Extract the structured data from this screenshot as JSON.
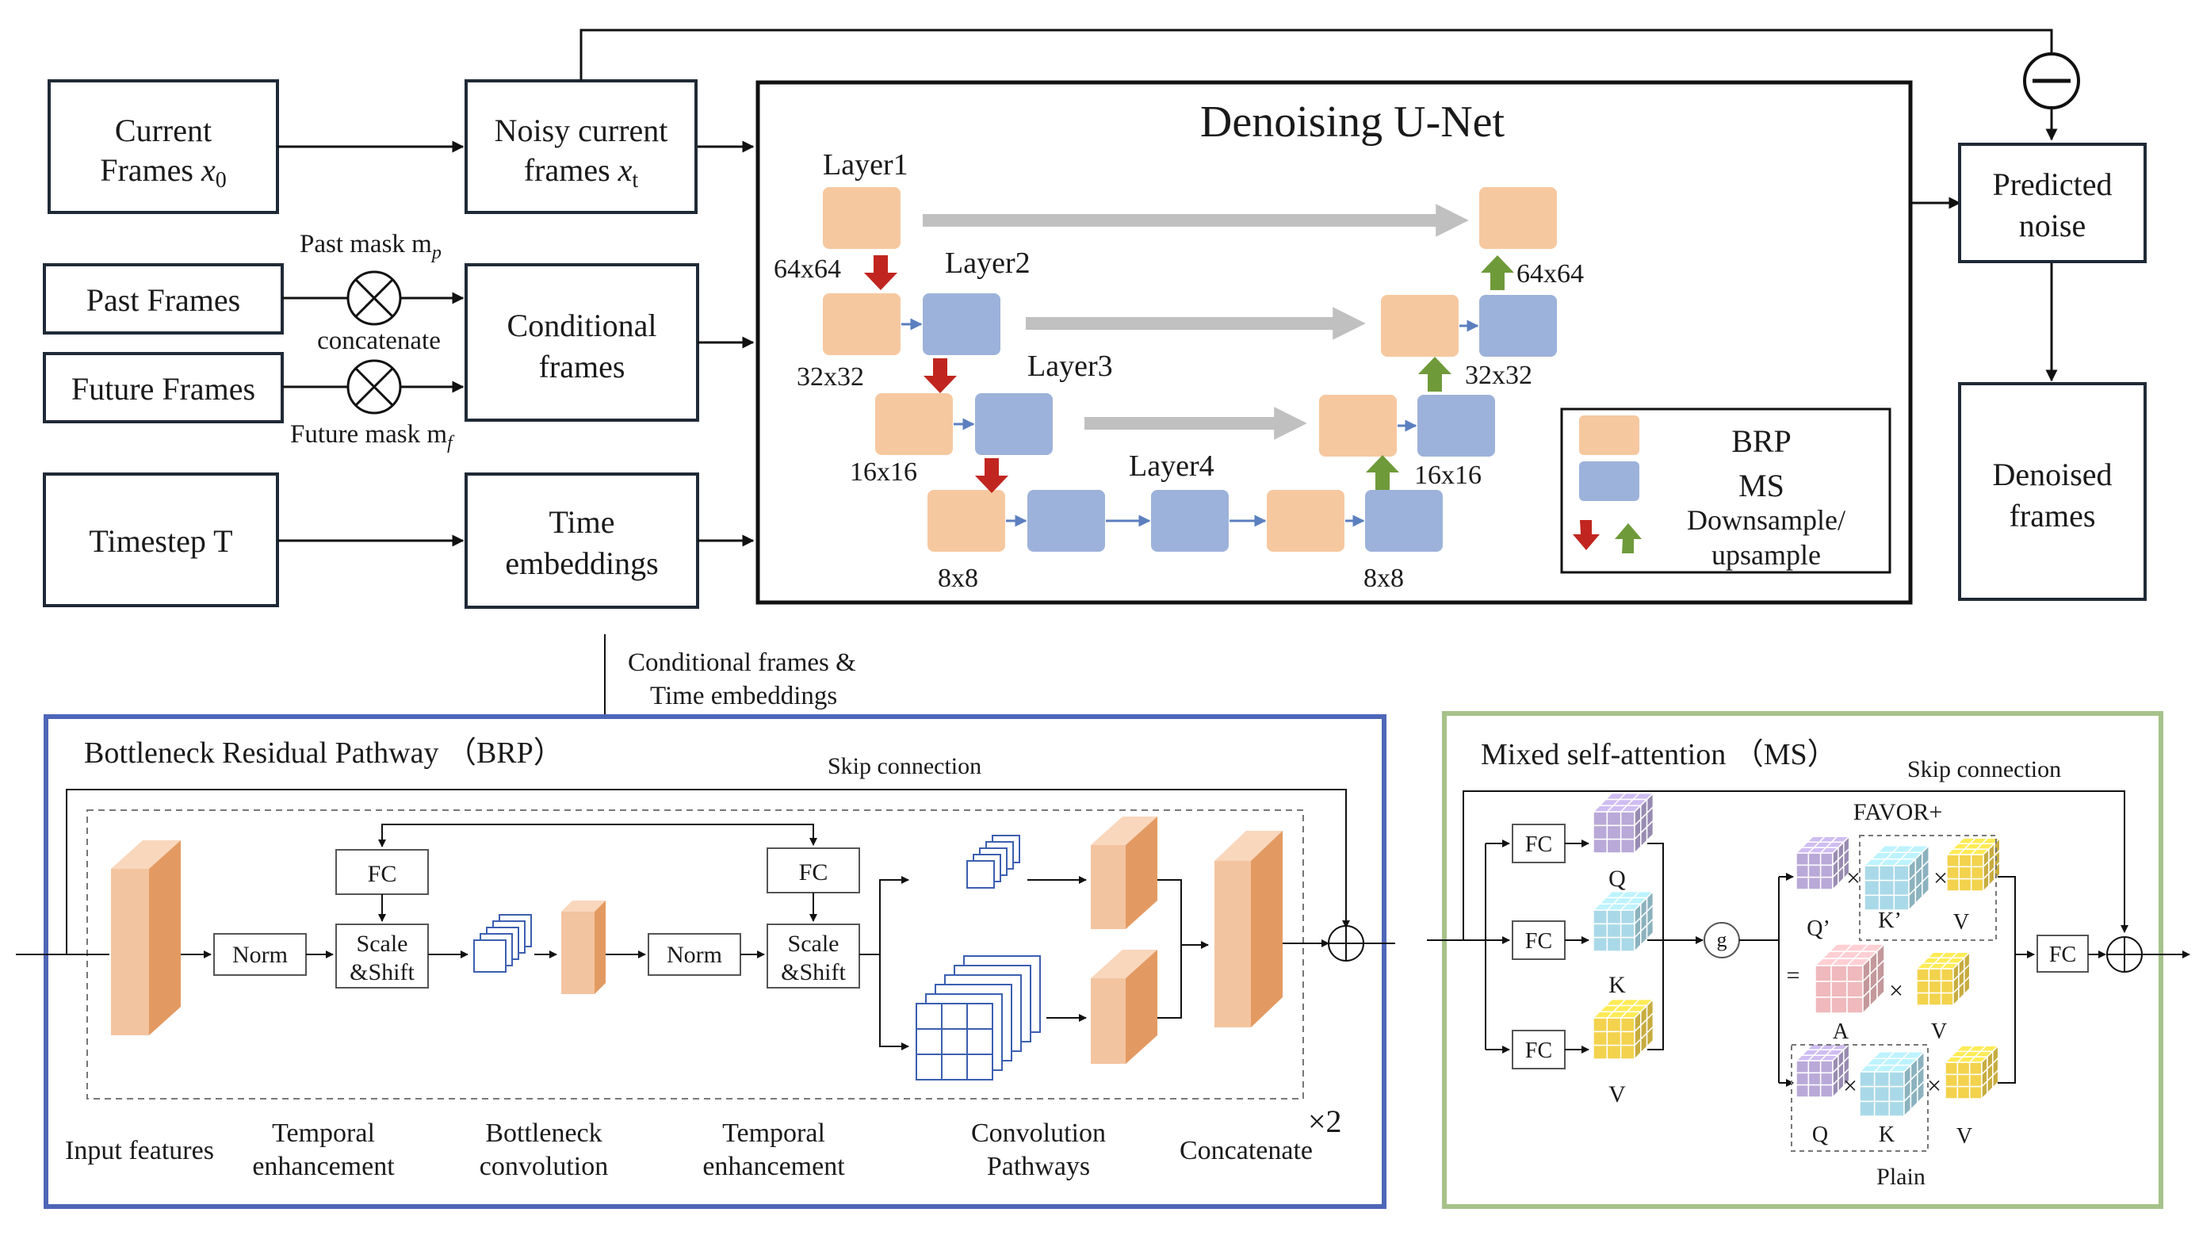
{
  "top": {
    "current_frames": [
      "Current",
      "Frames "
    ],
    "noisy_current": [
      "Noisy current",
      "frames "
    ],
    "past_frames": "Past Frames",
    "future_frames": "Future Frames",
    "past_mask": "Past mask m",
    "future_mask": "Future mask m",
    "concatenate": "concatenate",
    "conditional_frames": [
      "Conditional",
      "frames"
    ],
    "timestep": "Timestep T",
    "time_embeddings": [
      "Time",
      "embeddings"
    ],
    "predicted_noise": [
      "Predicted",
      "noise"
    ],
    "denoised_frames": [
      "Denoised",
      "frames"
    ],
    "minus_symbol": "−"
  },
  "unet": {
    "title": "Denoising U-Net",
    "layer1": "Layer1",
    "layer2": "Layer2",
    "layer3": "Layer3",
    "layer4": "Layer4",
    "res_64": "64x64",
    "res_32": "32x32",
    "res_16": "16x16",
    "res_8": "8x8"
  },
  "legend": {
    "brp": "BRP",
    "ms": "MS",
    "downsample": [
      "Downsample/",
      "upsample"
    ]
  },
  "cond_label": [
    "Conditional frames &",
    "Time embeddings"
  ],
  "brp": {
    "title": "Bottleneck Residual Pathway （BRP）",
    "skip": "Skip connection",
    "fc": "FC",
    "norm": "Norm",
    "scale_shift": [
      "Scale",
      "&Shift"
    ],
    "times2": "×2",
    "input_features": "Input features",
    "temporal_enh": [
      "Temporal",
      "enhancement"
    ],
    "bottleneck_conv": [
      "Bottleneck",
      "convolution"
    ],
    "conv_pathways": [
      "Convolution",
      "Pathways"
    ],
    "concatenate": "Concatenate"
  },
  "ms": {
    "title": "Mixed self-attention （MS）",
    "skip": "Skip connection",
    "fc": "FC",
    "q": "Q",
    "k": "K",
    "v": "V",
    "g": "g",
    "favor": "FAVOR+",
    "q_prime": "Q’",
    "k_prime": "K’",
    "a": "A",
    "times": "×",
    "equals": "=",
    "plain": "Plain"
  },
  "colors": {
    "brp_fill": "#f6c8a0",
    "ms_fill": "#9db2da",
    "down_arrow": "#c0261f",
    "up_arrow": "#6f9a3a",
    "brp_panel_border": "#4e66b8",
    "ms_panel_border": "#a6c28a",
    "q_cube": "#b9a9d8",
    "k_cube": "#a9d9e8",
    "v_cube": "#f3d24d",
    "a_cube": "#efb9bd"
  }
}
